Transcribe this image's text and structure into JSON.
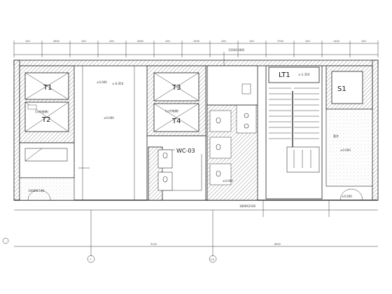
{
  "rooms": {
    "t1": "T1",
    "t2": "T2",
    "t3": "T3",
    "t4": "T4",
    "lt1": "LT1",
    "s1": "S1",
    "wc": "WC-03"
  },
  "elevations": {
    "left_core": "±0.000",
    "left_t1": "±0.000",
    "center_t3": "±-0.050",
    "stair_lt1": "±-1.350",
    "right_s1": "±0.000",
    "right_lower": "±0.000",
    "wc": "±0.000"
  },
  "notes": {
    "t1_label": "(公共电梯)",
    "t3_label": "(公共电梯)",
    "bottom_left": "1000X2100",
    "bottom_center": "1800X2100",
    "top_right": "1500X1800",
    "right_pipe": "管井"
  },
  "top_dims": [
    "100",
    "2600",
    "100",
    "200",
    "2600",
    "100",
    "1500",
    "200",
    "100",
    "3700",
    "200",
    "1400",
    "100"
  ],
  "bottom_dims": [
    "9100",
    "8600"
  ],
  "grid": {
    "left_axis": "7",
    "right_axis": "1-8"
  },
  "colors": {
    "line": "#111111",
    "hatch": "#555555",
    "background": "#ffffff"
  }
}
